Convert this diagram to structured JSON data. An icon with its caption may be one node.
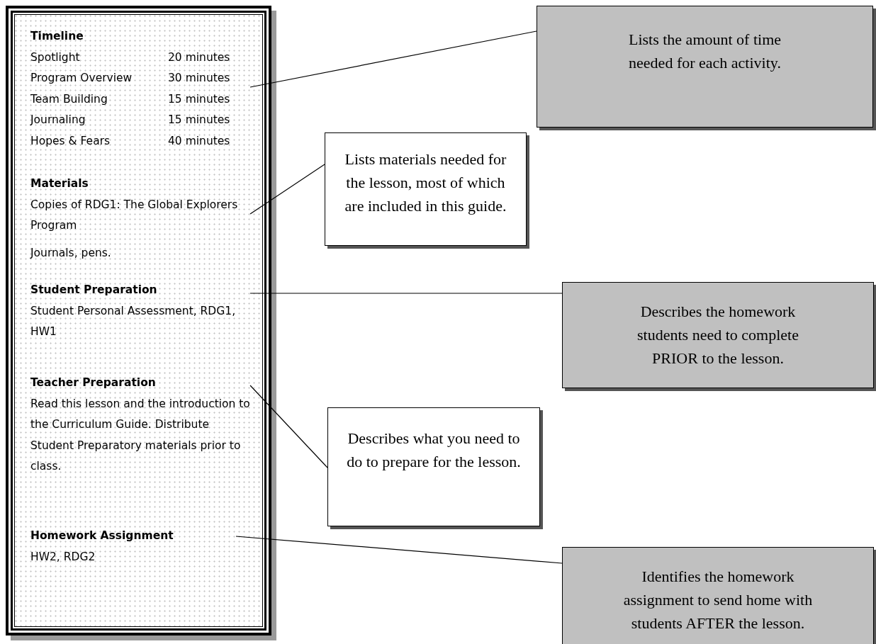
{
  "diagram": {
    "nodes": [
      {
        "text": [],
        "shape": "box"
      },
      {
        "text": [
          "Timeline",
          "Spotlight",
          "20 minutes",
          "Program Overview",
          "30 minutes",
          "Team Building",
          "15 minutes",
          "Journaling",
          "15 minutes",
          "Hopes & Fears",
          "40 minutes"
        ],
        "in": 0
      },
      {
        "text": [
          "Materials",
          "Copies of RDG1: The Global Explorers Program",
          "Journals, pens."
        ],
        "in": 0
      },
      {
        "text": [
          "Student Preparation",
          "Student Personal Assessment, RDG1, HW1"
        ],
        "in": 0
      },
      {
        "text": [
          "Teacher Preparation",
          "Read this lesson and the introduction to the Curriculum Guide. Distribute Student Preparatory materials prior to class."
        ],
        "in": 0
      },
      {
        "text": [
          "Homework Assignment",
          "HW2, RDG2"
        ],
        "in": 0
      },
      {
        "text": [
          "Lists the amount of time needed for each activity."
        ]
      },
      {
        "text": [
          "Lists materials needed for the lesson, most of which are included in this guide."
        ]
      },
      {
        "text": [
          "Describes the homework students need to complete PRIOR to the lesson."
        ]
      },
      {
        "text": [
          "Describes what you need to do to prepare for the lesson."
        ]
      },
      {
        "text": [
          "Identifies the homework assignment to send home with students AFTER the lesson."
        ]
      }
    ],
    "edges": [
      {
        "from": 6,
        "to": 1,
        "arrow": "none"
      },
      {
        "from": 7,
        "to": 2,
        "arrow": "none"
      },
      {
        "from": 8,
        "to": 3,
        "arrow": "none"
      },
      {
        "from": 9,
        "to": 4,
        "arrow": "none"
      },
      {
        "from": 10,
        "to": 5,
        "arrow": "none"
      }
    ]
  }
}
